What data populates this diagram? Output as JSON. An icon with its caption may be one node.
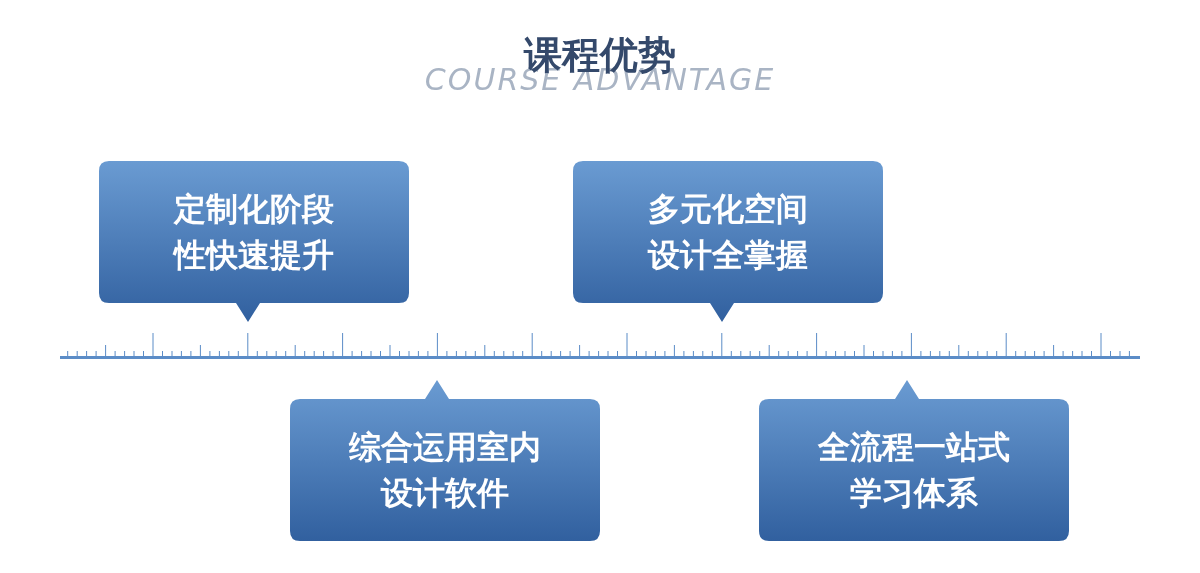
{
  "diagram": {
    "title": "课程优势",
    "nodes": [
      {
        "text": [
          "定制化阶段性快速提升"
        ]
      },
      {
        "text": [
          "多元化空间设计全掌握"
        ]
      },
      {
        "text": [
          "综合运用室内设计软件"
        ]
      },
      {
        "text": [
          "全流程一站式学习体系"
        ]
      }
    ],
    "labels": [
      "COURSE ADVANTAGE"
    ]
  }
}
